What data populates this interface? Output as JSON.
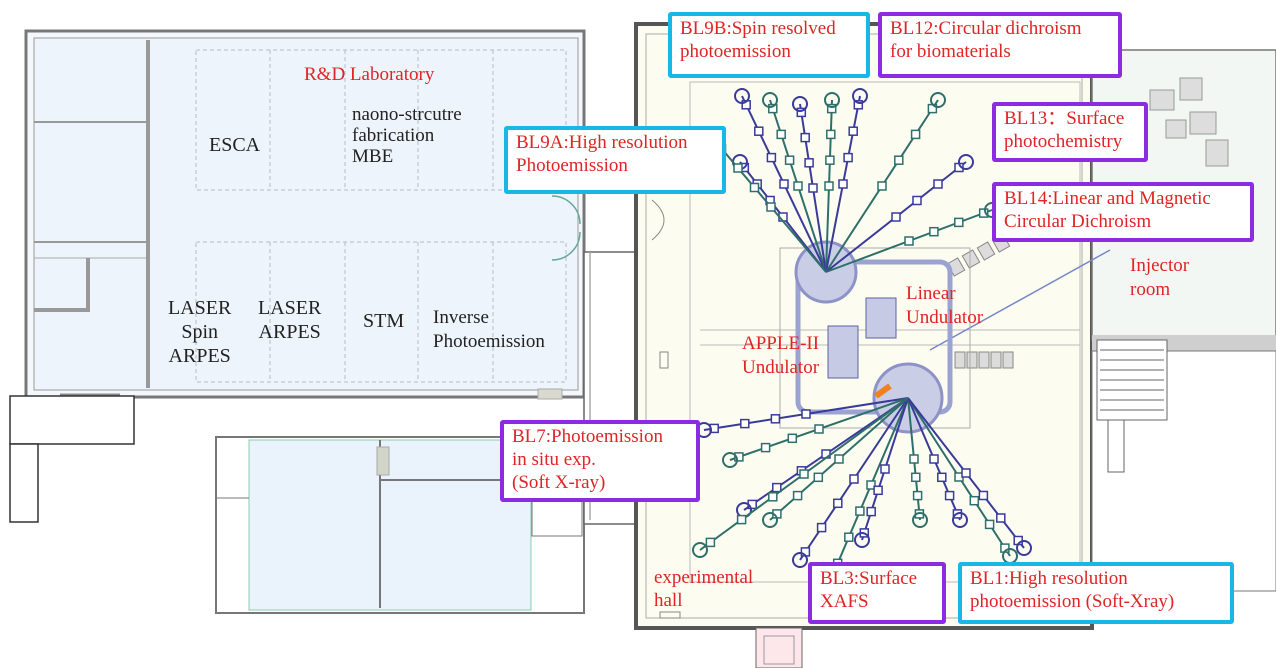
{
  "colors": {
    "label_red": "#e02424",
    "cyan_box": "#19b7e6",
    "purple_box": "#8b2be2",
    "hall_floor": "#fdfcf0",
    "lab_floor": "#eef4fb",
    "beamline_blue": "#3a3a9a",
    "beamline_green": "#2f6f6a",
    "ring": "#9aa3d1"
  },
  "lab_rooms": {
    "rd_laboratory": "R&D Laboratory",
    "esca": "ESCA",
    "nano_fab": [
      "naono-strcutre",
      "fabrication",
      "MBE"
    ],
    "laser_spin_arpes": [
      "LASER",
      "Spin",
      "ARPES"
    ],
    "laser_arpes": [
      "LASER",
      "ARPES"
    ],
    "stm": "STM",
    "inverse_photoemission": [
      "Inverse",
      "Photoemission"
    ]
  },
  "hall_labels": {
    "linear_undulator": [
      "Linear",
      "Undulator"
    ],
    "apple_ii_undulator": [
      "APPLE-II",
      "Undulator"
    ],
    "experimental_hall": [
      "experimental",
      "hall"
    ],
    "injector_room": [
      "Injector",
      "room"
    ]
  },
  "beamlines": {
    "bl9b": [
      "BL9B:Spin resolved",
      "photoemission"
    ],
    "bl12": [
      "BL12:Circular dichroism",
      "for biomaterials"
    ],
    "bl13": [
      "BL13：Surface",
      "photochemistry"
    ],
    "bl9a": [
      "BL9A:High resolution",
      "Photoemission"
    ],
    "bl14": [
      "BL14:Linear and Magnetic",
      "Circular Dichroism"
    ],
    "bl7": [
      "BL7:Photoemission",
      "in situ exp.",
      "(Soft X-ray)"
    ],
    "bl3": [
      "BL3:Surface",
      "XAFS"
    ],
    "bl1": [
      "BL1:High resolution",
      "photoemission (Soft-Xray)"
    ]
  }
}
